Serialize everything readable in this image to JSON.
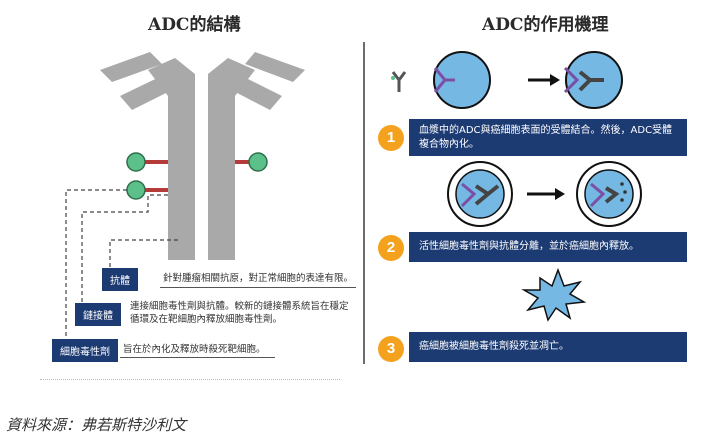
{
  "left_panel": {
    "title": "ADC的結構",
    "labels": [
      {
        "name": "抗體",
        "desc": "針對腫瘤相關抗原，對正常細胞的表達有限。"
      },
      {
        "name": "鏈接體",
        "desc": "連接細胞毒性劑與抗體。較新的鏈接體系統旨在穩定循環及在靶細胞內釋放細胞毒性劑。"
      },
      {
        "name": "細胞毒性劑",
        "desc": "旨在於內化及釋放時殺死靶細胞。"
      }
    ],
    "colors": {
      "antibody": "#a9a9a9",
      "linker": "#b53a3a",
      "drug": "#5bc08a",
      "label_bg": "#1d3b73"
    }
  },
  "right_panel": {
    "title": "ADC的作用機理",
    "steps": [
      {
        "number": "1",
        "text": "血漿中的ADC與癌細胞表面的受體結合。然後，ADC受體複合物內化。"
      },
      {
        "number": "2",
        "text": "活性細胞毒性劑與抗體分離，並於癌細胞內釋放。"
      },
      {
        "number": "3",
        "text": "癌細胞被細胞毒性劑殺死並凋亡。"
      }
    ],
    "colors": {
      "cell": "#74b8e3",
      "receptor": "#7b4fa6",
      "step_bg": "#1d3b73",
      "number_bg": "#f4a21d"
    }
  },
  "footer": {
    "source": "資料來源：弗若斯特沙利文"
  }
}
